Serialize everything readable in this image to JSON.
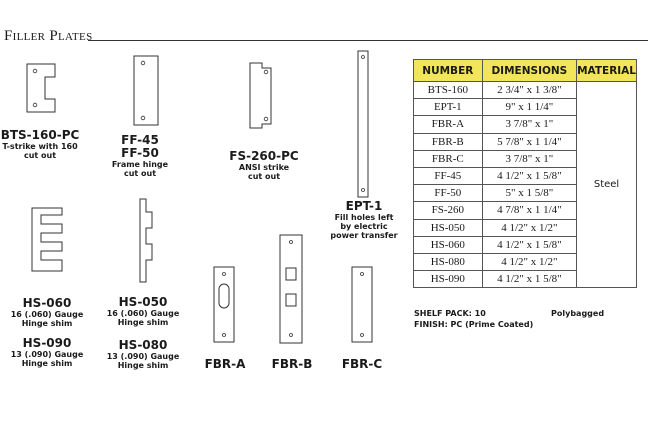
{
  "section": {
    "title": "Filler Plates"
  },
  "products": {
    "bts160": {
      "name": "BTS-160-PC",
      "desc1": "T-strike with 160",
      "desc2": "cut out"
    },
    "ff": {
      "name1": "FF-45",
      "name2": "FF-50",
      "desc1": "Frame hinge",
      "desc2": "cut out"
    },
    "fs260": {
      "name": "FS-260-PC",
      "desc1": "ANSI strike",
      "desc2": "cut out"
    },
    "ept1": {
      "name": "EPT-1",
      "desc1": "Fill holes left",
      "desc2": "by electric",
      "desc3": "power transfer"
    },
    "hs060": {
      "name": "HS-060",
      "desc1": "16 (.060) Gauge",
      "desc2": "Hinge shim"
    },
    "hs090": {
      "name": "HS-090",
      "desc1": "13 (.090) Gauge",
      "desc2": "Hinge shim"
    },
    "hs050": {
      "name": "HS-050",
      "desc1": "16 (.060) Gauge",
      "desc2": "Hinge shim"
    },
    "hs080": {
      "name": "HS-080",
      "desc1": "13 (.090) Gauge",
      "desc2": "Hinge shim"
    },
    "fbra": {
      "name": "FBR-A"
    },
    "fbrb": {
      "name": "FBR-B"
    },
    "fbrc": {
      "name": "FBR-C"
    }
  },
  "table": {
    "headers": {
      "number": "NUMBER",
      "dimensions": "DIMENSIONS",
      "material": "MATERIAL"
    },
    "material_value": "Steel",
    "header_color": "#f3e55a",
    "rows": [
      {
        "number": "BTS-160",
        "dimensions": "2 3/4\" x 1 3/8\""
      },
      {
        "number": "EPT-1",
        "dimensions": "9\" x 1 1/4\""
      },
      {
        "number": "FBR-A",
        "dimensions": "3 7/8\" x 1\""
      },
      {
        "number": "FBR-B",
        "dimensions": "5 7/8\" x 1 1/4\""
      },
      {
        "number": "FBR-C",
        "dimensions": "3 7/8\" x 1\""
      },
      {
        "number": "FF-45",
        "dimensions": "4 1/2\" x 1 5/8\""
      },
      {
        "number": "FF-50",
        "dimensions": "5\" x 1 5/8\""
      },
      {
        "number": "FS-260",
        "dimensions": "4 7/8\" x 1 1/4\""
      },
      {
        "number": "HS-050",
        "dimensions": "4 1/2\" x 1/2\""
      },
      {
        "number": "HS-060",
        "dimensions": "4 1/2\" x 1 5/8\""
      },
      {
        "number": "HS-080",
        "dimensions": "4 1/2\" x 1/2\""
      },
      {
        "number": "HS-090",
        "dimensions": "4 1/2\" x 1 5/8\""
      }
    ]
  },
  "footer": {
    "shelf_pack": "SHELF PACK: 10",
    "polybagged": "Polybagged",
    "finish": "FINISH: PC (Prime Coated)"
  }
}
